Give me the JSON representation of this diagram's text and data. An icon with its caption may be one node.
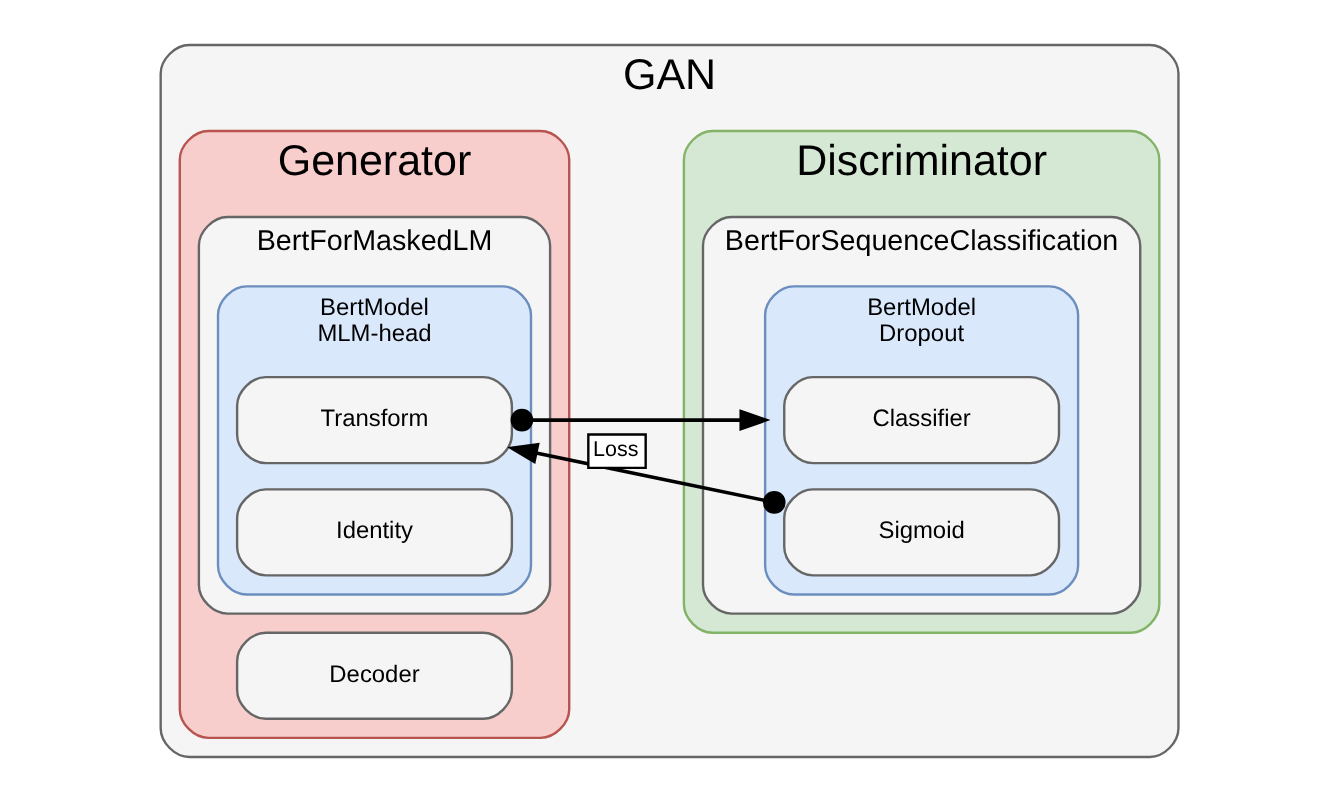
{
  "diagram": {
    "nodes": [
      {
        "text": [
          "GAN"
        ]
      },
      {
        "text": [
          "Generator"
        ],
        "in": 0
      },
      {
        "text": [
          "BertForMaskedLM"
        ],
        "in": 1
      },
      {
        "text": [
          "BertModel",
          "MLM-head"
        ],
        "in": 2
      },
      {
        "text": [
          "Transform"
        ],
        "in": 3
      },
      {
        "text": [
          "Identity"
        ],
        "in": 3
      },
      {
        "text": [
          "Decoder"
        ],
        "in": 1
      },
      {
        "text": [
          "Discriminator"
        ],
        "in": 0
      },
      {
        "text": [
          "BertForSequenceClassification"
        ],
        "in": 7
      },
      {
        "text": [
          "BertModel",
          "Dropout"
        ],
        "in": 8
      },
      {
        "text": [
          "Classifier"
        ],
        "in": 9
      },
      {
        "text": [
          "Sigmoid"
        ],
        "in": 9
      }
    ],
    "edges": [
      {
        "from": 4,
        "to": 9,
        "arrow": "to"
      },
      {
        "from": 11,
        "to": 4,
        "arrow": "to",
        "label": "Loss"
      }
    ]
  }
}
